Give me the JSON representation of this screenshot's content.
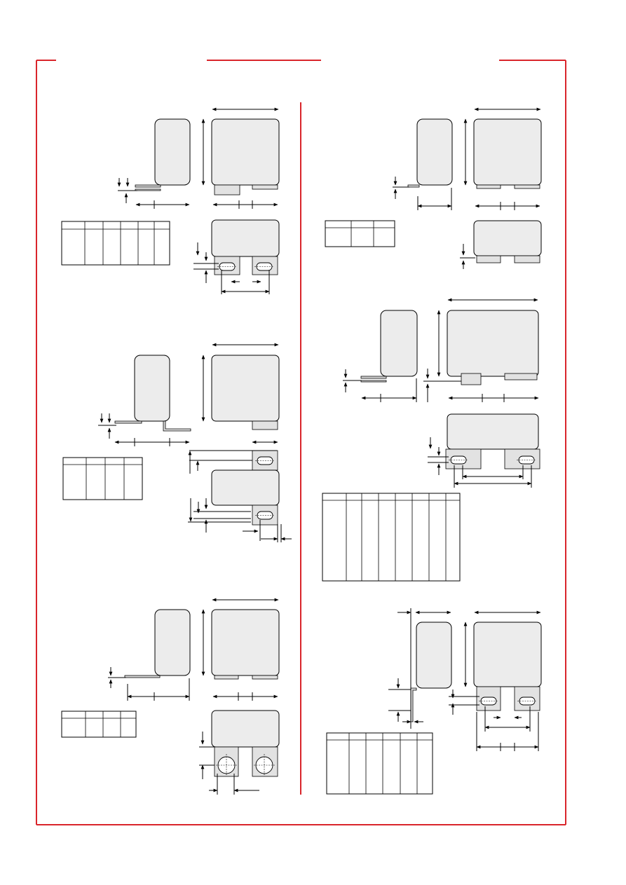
{
  "colors": {
    "frame": "#d9252b",
    "part_fill": "#ececec",
    "outline": "#000000"
  },
  "sections": [
    {
      "name": "top-left",
      "table": {
        "columns": 6,
        "rows": 1
      }
    },
    {
      "name": "middle-left",
      "table": {
        "columns": 4,
        "rows": 1
      }
    },
    {
      "name": "bottom-left",
      "table": {
        "columns": 4,
        "rows": 1
      }
    },
    {
      "name": "top-right",
      "table": {
        "columns": 3,
        "rows": 1
      }
    },
    {
      "name": "middle-right",
      "table": {
        "columns": 8,
        "rows": 1
      }
    },
    {
      "name": "bottom-right",
      "table": {
        "columns": 6,
        "rows": 1
      }
    }
  ]
}
